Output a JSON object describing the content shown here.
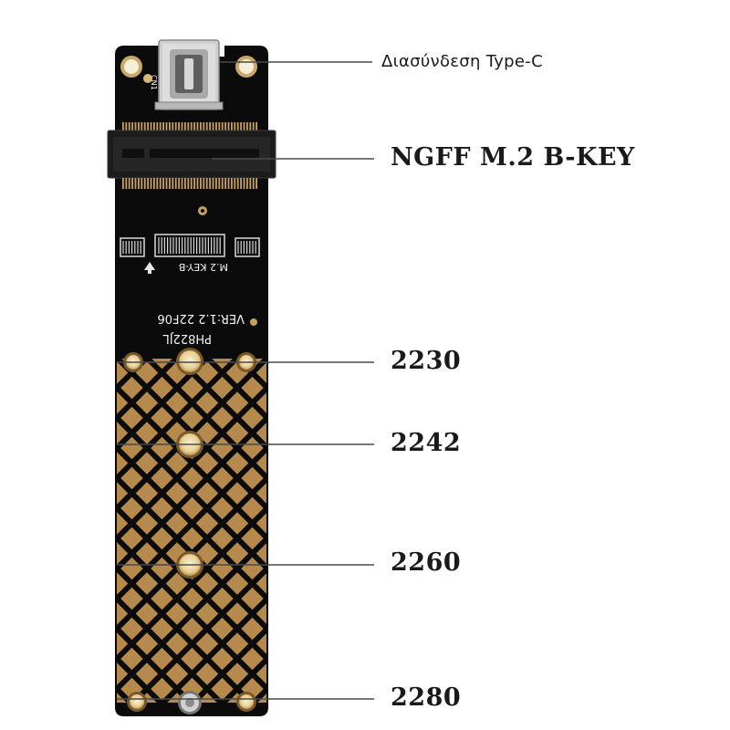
{
  "callouts": {
    "type_c": "Διασύνδεση Type-C",
    "ngff": "NGFF M.2 B-KEY",
    "size_2230": "2230",
    "size_2242": "2242",
    "size_2260": "2260",
    "size_2280": "2280"
  },
  "board": {
    "silkscreen_key": "M.2 KEY-B",
    "silkscreen_ver": "VER:1.2  22F06",
    "silkscreen_model": "PH822JL",
    "silkscreen_cn": "CN1"
  },
  "colors": {
    "pcb": "#0b0b0b",
    "gold": "#b58a4c",
    "pad": "#f3e2b8",
    "leader": "#4a4a4a"
  }
}
